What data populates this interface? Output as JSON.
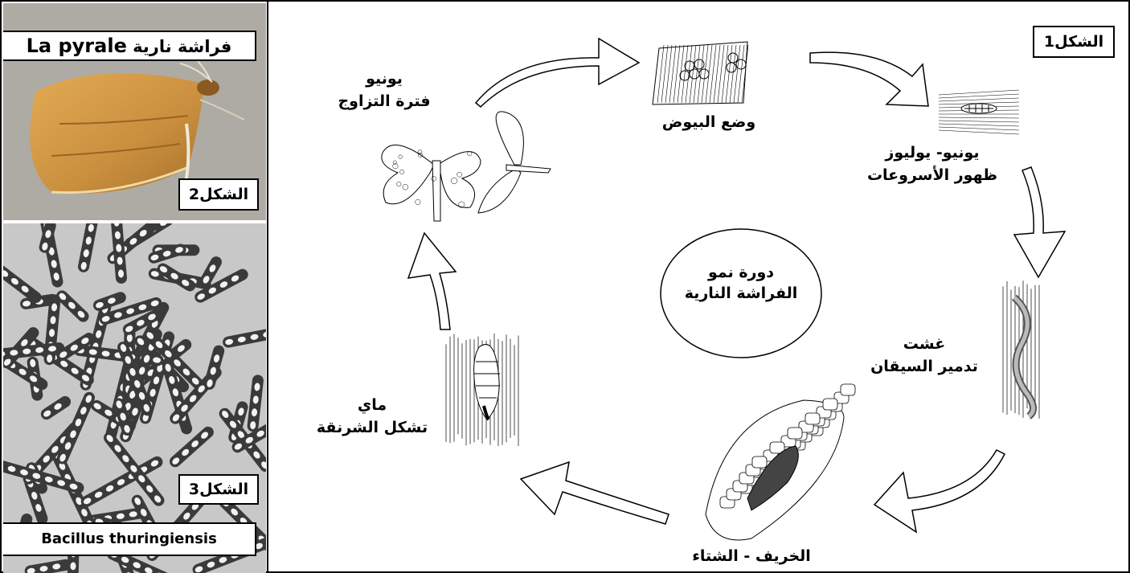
{
  "figure1": {
    "tag": "الشكل1",
    "center_title": [
      "دورة نمو",
      "الفراشة النارية"
    ],
    "stages": {
      "mating": [
        "يونيو",
        "فترة التزاوج"
      ],
      "eggs": [
        "وضع البيوض"
      ],
      "larvae": [
        "يونيو- يوليوز",
        "ظهور الأسروعات"
      ],
      "destruction": [
        "غشت",
        "تدمير السيقان"
      ],
      "winter": [
        "الخريف - الشتاء"
      ],
      "pupa": [
        "ماي",
        "تشكل الشرنقة"
      ]
    }
  },
  "figure2": {
    "title_arabic": "فراشة نارية",
    "title_latin": "La pyrale",
    "tag": "الشكل2"
  },
  "figure3": {
    "tag": "الشكل3",
    "caption": "Bacillus thuringiensis"
  },
  "colors": {
    "moth_wing": "#c98f3e",
    "photo_gray": "#c9c9c9",
    "line": "#000000"
  }
}
